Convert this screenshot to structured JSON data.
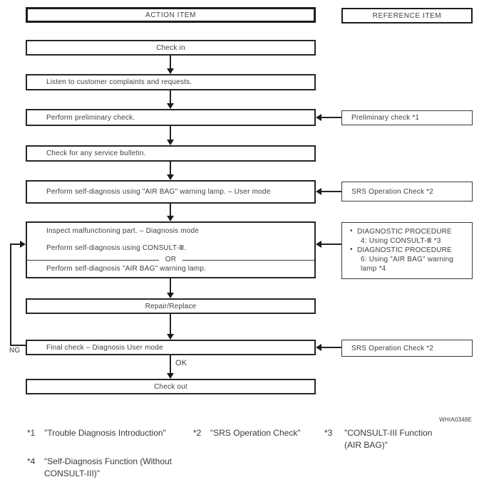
{
  "figure_code": "WHIA0348E",
  "columns": {
    "action_header": "ACTION ITEM",
    "reference_header": "REFERENCE ITEM"
  },
  "action_steps": {
    "check_in": "Check in",
    "listen": "Listen to customer complaints and requests.",
    "preliminary": "Perform preliminary check.",
    "bulletin": "Check for any service bulletin.",
    "self_diag_user": "Perform self-diagnosis using \"AIR BAG\" warning lamp. – User mode",
    "inspect": {
      "line1": "Inspect malfunctioning part. – Diagnosis mode",
      "line2": "Perform self-diagnosis using CONSULT-Ⅲ.",
      "or_label": "OR",
      "line3": "Perform self-diagnosis \"AIR BAG\" warning lamp."
    },
    "repair": "Repair/Replace",
    "final_check": "Final check – Diagnosis User mode",
    "check_out": "Check out"
  },
  "reference_items": {
    "preliminary": "Preliminary check *1",
    "srs_check_1": "SRS Operation Check *2",
    "diagnostic": {
      "bullet1": "•",
      "item1_title": "DIAGNOSTIC PROCEDURE",
      "item1_sub": "4: Using CONSULT-Ⅲ *3",
      "bullet2": "•",
      "item2_title": "DIAGNOSTIC PROCEDURE",
      "item2_sub": "6: Using \"AIR BAG\" warning lamp *4"
    },
    "srs_check_2": "SRS Operation Check *2"
  },
  "labels": {
    "ng": "NG",
    "ok": "OK"
  },
  "footnotes": [
    {
      "marker": "*1",
      "text": "\"Trouble Diagnosis Introduction\""
    },
    {
      "marker": "*2",
      "text": "\"SRS Operation Check\""
    },
    {
      "marker": "*3",
      "text": "\"CONSULT-III Function (AIR BAG)\""
    },
    {
      "marker": "*4",
      "text": "\"Self-Diagnosis Function (Without CONSULT-III)\""
    }
  ]
}
